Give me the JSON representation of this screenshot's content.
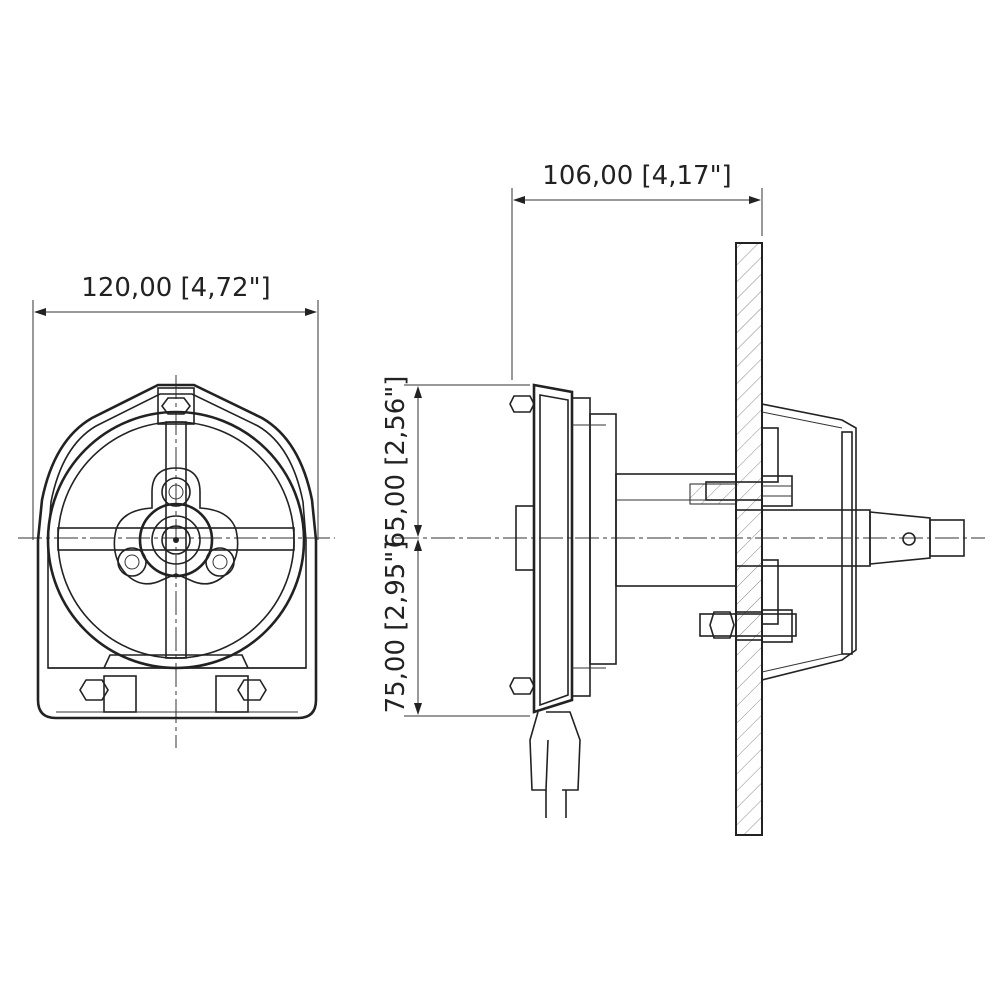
{
  "dimensions": {
    "width_front": "120,00 [4,72\"]",
    "depth_side": "106,00 [4,17\"]",
    "height_upper": "65,00 [2,56\"]",
    "height_lower": "75,00 [2,95\"]"
  },
  "colors": {
    "line": "#222222",
    "background": "#ffffff",
    "hatch": "#999999"
  }
}
